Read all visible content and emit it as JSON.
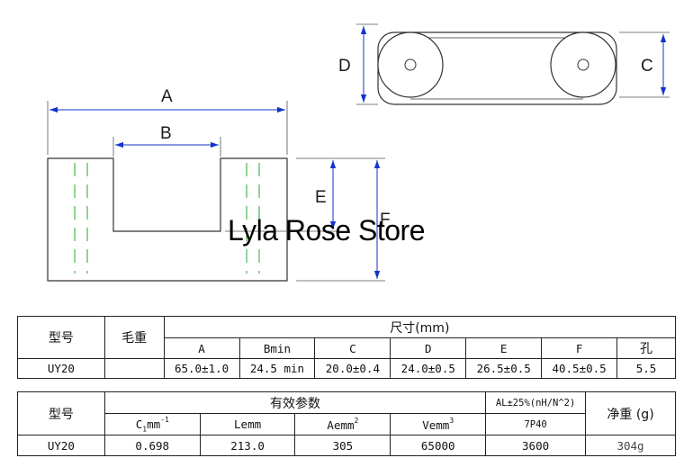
{
  "drawing": {
    "labels": {
      "a": "A",
      "b": "B",
      "c": "C",
      "d": "D",
      "e": "E",
      "f": "F"
    },
    "watermark": "Lyla Rose Store"
  },
  "table1": {
    "model_header": "型号",
    "gross_weight_header": "毛重",
    "dimensions_header": "尺寸(mm)",
    "columns": [
      "A",
      "Bmin",
      "C",
      "D",
      "E",
      "F",
      "孔"
    ],
    "row": {
      "model": "UY20",
      "gross_weight": "",
      "values": [
        "65.0±1.0",
        "24.5 min",
        "20.0±0.4",
        "24.0±0.5",
        "26.5±0.5",
        "40.5±0.5",
        "5.5"
      ]
    }
  },
  "table2": {
    "model_header": "型号",
    "params_header": "有效参数",
    "al_header": "AL±25%(nH/N^2)",
    "net_weight_header": "净重 (g)",
    "columns": {
      "c1": {
        "base": "C",
        "sub": "1",
        "unit": "mm",
        "sup": "-1"
      },
      "le": {
        "base": "Lemm"
      },
      "ae": {
        "base": "Aemm",
        "sup": "2"
      },
      "ve": {
        "base": "Vemm",
        "sup": "3"
      },
      "material": "7P40"
    },
    "row": {
      "model": "UY20",
      "c1": "0.698",
      "le": "213.0",
      "ae": "305",
      "ve": "65000",
      "al": "3600",
      "net_weight": "304g"
    }
  }
}
